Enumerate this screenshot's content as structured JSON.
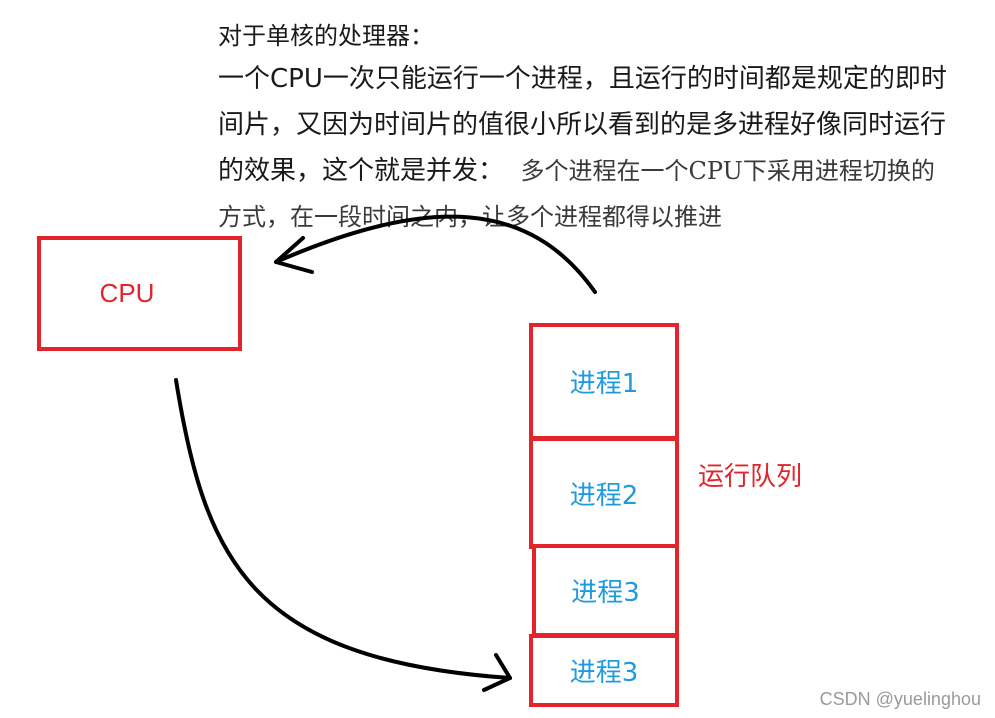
{
  "description": {
    "line1": "对于单核的处理器：",
    "line2": "一个CPU一次只能运行一个进程，且运行的时间都是规定的即时",
    "line3": "间片，又因为时间片的值很小所以看到的是多进程好像同时运行",
    "line4_a": "的效果，这个就是并发：",
    "line4_b": "多个进程在一个CPU下采用进程切换的",
    "line5": "方式，在一段时间之内，让多个进程都得以推进"
  },
  "cpu": {
    "label": "CPU"
  },
  "queue": {
    "label": "运行队列",
    "processes": [
      "进程1",
      "进程2",
      "进程3",
      "进程3"
    ]
  },
  "watermark": "CSDN @yuelinghou",
  "colors": {
    "box_border": "#e3242b",
    "process_text": "#1e9be0",
    "arrow": "#000000"
  }
}
